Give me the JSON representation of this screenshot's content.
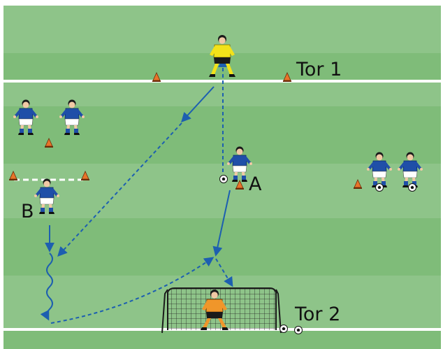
{
  "labels": {
    "goal_top": "Tor 1",
    "goal_bottom": "Tor 2",
    "player_a": "A",
    "player_b": "B"
  },
  "colors": {
    "grass_light": "#8ec489",
    "grass_dark": "#76b672",
    "line": "#ffffff",
    "kit_blue": "#1f4fa8",
    "keeper_yellow": "#f2e21a",
    "keeper_orange": "#f0962a",
    "arrow": "#1d5fb0",
    "cone": "#e8742a"
  },
  "icons": {
    "goalkeeper": "goalkeeper-icon",
    "player": "player-icon",
    "ball": "ball-icon",
    "cone": "cone-icon",
    "goal_net": "goal-net-icon"
  }
}
